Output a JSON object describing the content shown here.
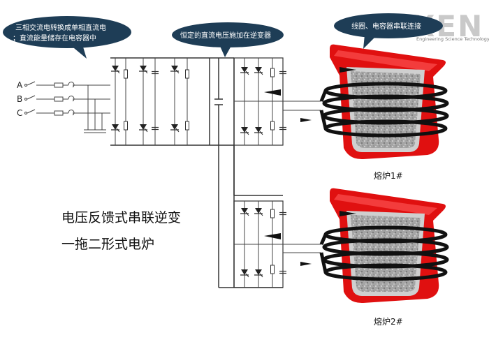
{
  "callouts": {
    "rectifier": [
      "三相交流电转换成单相直流电",
      "；直流能量储存在电容器中"
    ],
    "inverter": "恒定的直流电压施加在逆变器",
    "coil": "线圈、电容器串联连接"
  },
  "phases": [
    "A",
    "B",
    "C"
  ],
  "caption": [
    "电压反馈式串联逆变",
    "一拖二形式电炉"
  ],
  "furnaces": [
    "熔炉1#",
    "熔炉2#"
  ],
  "logo": {
    "wordmark": "XEN",
    "tagline": "Engineering Science Technology"
  },
  "colors": {
    "callout": "#1e3d56",
    "furnace": "#e01010",
    "coil": "#111111",
    "charge": "#9a9a9a"
  }
}
